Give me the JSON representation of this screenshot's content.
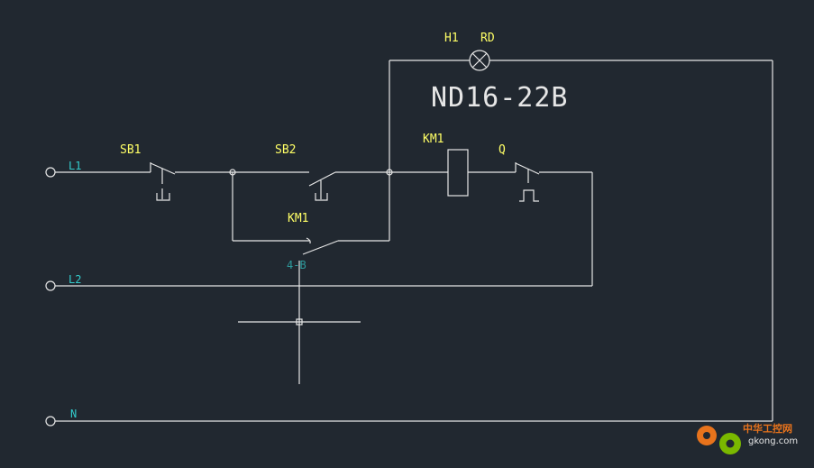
{
  "labels": {
    "l1": "L1",
    "l2": "L2",
    "n": "N",
    "sb1": "SB1",
    "sb2": "SB2",
    "km1_contact": "KM1",
    "km1_coil": "KM1",
    "q": "Q",
    "h1": "H1",
    "rd": "RD",
    "lamp_model": "ND16-22B",
    "crossref": "4-B"
  },
  "watermark": {
    "cn": "中华工控网",
    "url": "gkong.com"
  },
  "colors": {
    "background": "#212830",
    "wire": "#e6e6e6",
    "label_yellow": "#ffff66",
    "label_cyan": "#33cccc",
    "watermark_orange": "#e8731c",
    "watermark_green": "#7ab800"
  }
}
